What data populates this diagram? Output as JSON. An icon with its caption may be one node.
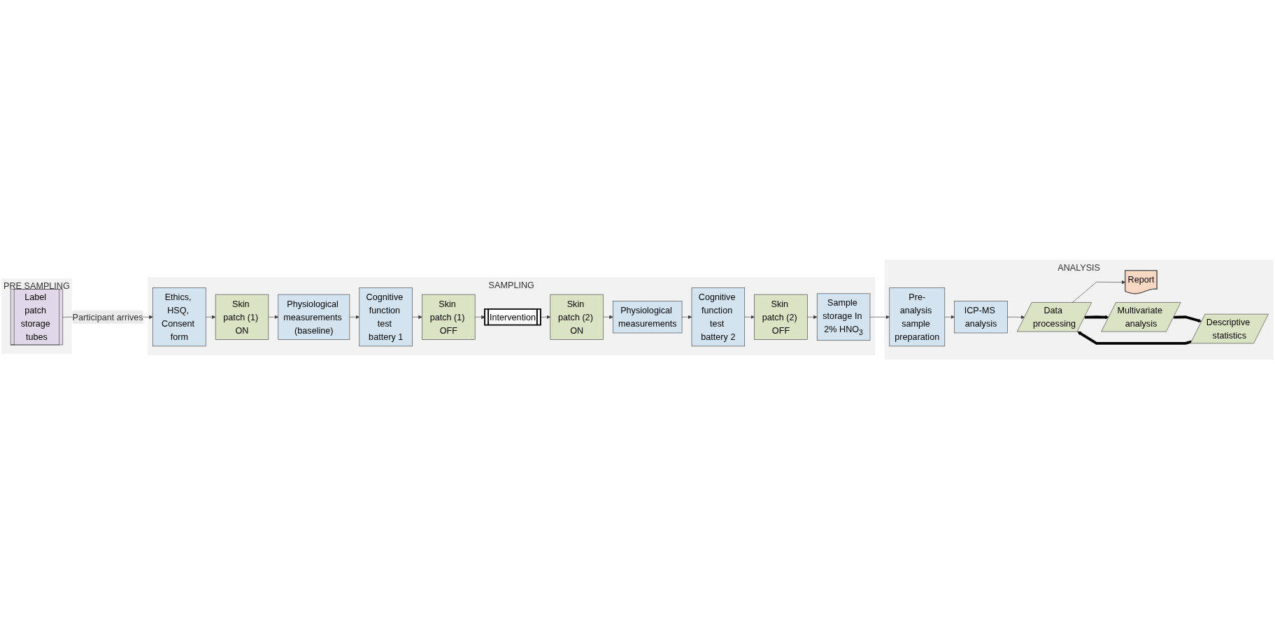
{
  "diagram": {
    "nodes": [
      {
        "text": [
          "PRE SAMPLING"
        ]
      },
      {
        "text": [
          "Label patch storage tubes"
        ],
        "in": 0
      },
      {
        "text": [
          "SAMPLING"
        ]
      },
      {
        "text": [
          "Ethics, HSQ, Consent form"
        ],
        "in": 2
      },
      {
        "text": [
          "Skin patch (1) ON"
        ],
        "in": 2
      },
      {
        "text": [
          "Physiological measurements (baseline)"
        ],
        "in": 2
      },
      {
        "text": [
          "Cognitive function test battery 1"
        ],
        "in": 2
      },
      {
        "text": [
          "Skin patch (1) OFF"
        ],
        "in": 2
      },
      {
        "text": [
          "Intervention"
        ],
        "in": 2
      },
      {
        "text": [
          "Skin patch (2) ON"
        ],
        "in": 2
      },
      {
        "text": [
          "Physiological measurements"
        ],
        "in": 2
      },
      {
        "text": [
          "Cognitive function test battery 2"
        ],
        "in": 2
      },
      {
        "text": [
          "Skin patch (2) OFF"
        ],
        "in": 2
      },
      {
        "text": [
          "Sample storage In 2% HNO$_{3}$"
        ],
        "in": 2
      },
      {
        "text": [
          "ANALYSIS"
        ]
      },
      {
        "text": [
          "Pre-analysis sample preparation"
        ],
        "in": 14
      },
      {
        "text": [
          "ICP-MS analysis"
        ],
        "in": 14
      },
      {
        "text": [
          "Data processing"
        ],
        "in": 14
      },
      {
        "text": [
          "Report"
        ],
        "in": 14
      },
      {
        "text": [
          "Descriptive statistics"
        ],
        "in": 14
      },
      {
        "text": [
          "Multivariate analysis"
        ],
        "in": 14
      }
    ],
    "edges": [
      {
        "from": 1,
        "to": 3,
        "arrow": "to",
        "label": "Participant arrives"
      },
      {
        "from": 3,
        "to": 4,
        "arrow": "to"
      },
      {
        "from": 4,
        "to": 5,
        "arrow": "to"
      },
      {
        "from": 5,
        "to": 6,
        "arrow": "to"
      },
      {
        "from": 6,
        "to": 7,
        "arrow": "to"
      },
      {
        "from": 7,
        "to": 8,
        "arrow": "to"
      },
      {
        "from": 8,
        "to": 9,
        "arrow": "to"
      },
      {
        "from": 9,
        "to": 10,
        "arrow": "to"
      },
      {
        "from": 10,
        "to": 11,
        "arrow": "to"
      },
      {
        "from": 11,
        "to": 12,
        "arrow": "to"
      },
      {
        "from": 12,
        "to": 13,
        "arrow": "to"
      },
      {
        "from": 13,
        "to": 15,
        "arrow": "to"
      },
      {
        "from": 15,
        "to": 16,
        "arrow": "to"
      },
      {
        "from": 16,
        "to": 17,
        "arrow": "to"
      },
      {
        "from": 17,
        "to": 18,
        "arrow": "to"
      },
      {
        "from": 19,
        "to": 17,
        "arrow": "to",
        "style": "thick",
        "color": "#000000"
      },
      {
        "from": 17,
        "to": 20,
        "arrow": "to",
        "style": "thick",
        "color": "#000000"
      },
      {
        "from": 20,
        "to": 19,
        "arrow": "to",
        "style": "thick",
        "color": "#000000"
      }
    ]
  }
}
